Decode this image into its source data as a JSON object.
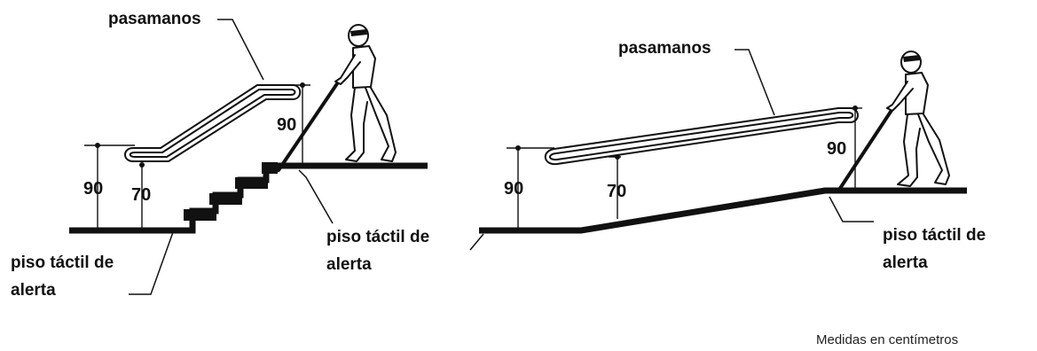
{
  "stair": {
    "handrail_label": "pasamanos",
    "dim_outer": "90",
    "dim_inner": "70",
    "dim_top": "90",
    "tactile_left_line1": "piso táctil de",
    "tactile_left_line2": "alerta",
    "tactile_right_line1": "piso táctil de",
    "tactile_right_line2": "alerta"
  },
  "ramp": {
    "handrail_label": "pasamanos",
    "dim_outer": "90",
    "dim_inner": "70",
    "dim_top": "90",
    "tactile_line1": "piso táctil de",
    "tactile_line2": "alerta"
  },
  "footnote": "Medidas en centímetros"
}
